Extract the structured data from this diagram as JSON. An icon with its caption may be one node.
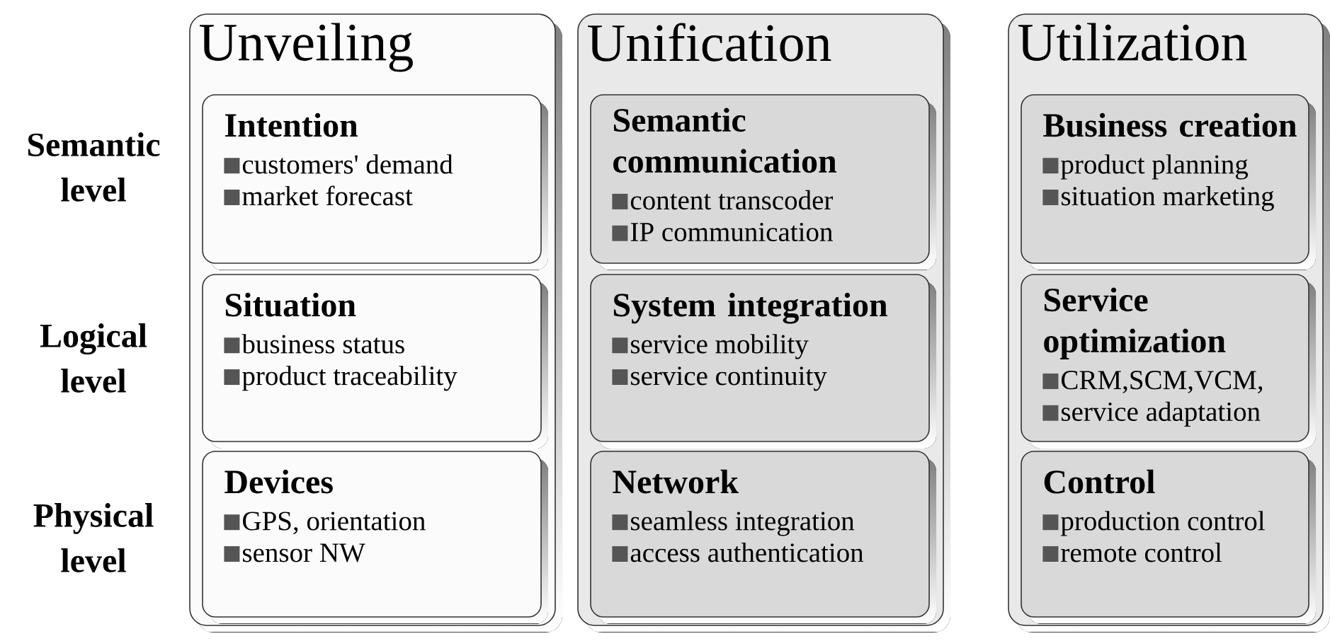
{
  "diagram": {
    "nodes": [
      {
        "text": [
          "Unveiling"
        ]
      },
      {
        "text": [
          "Intention",
          "customers' demand",
          "market forecast"
        ],
        "in": 0
      },
      {
        "text": [
          "Situation",
          "business status",
          "product traceability"
        ],
        "in": 0
      },
      {
        "text": [
          "Devices",
          "GPS, orientation",
          "sensor NW"
        ],
        "in": 0
      },
      {
        "text": [
          "Unification"
        ]
      },
      {
        "text": [
          "Semantic communication",
          "content transcoder",
          "IP communication"
        ],
        "in": 4
      },
      {
        "text": [
          "System integration",
          "service mobility",
          "service continuity"
        ],
        "in": 4
      },
      {
        "text": [
          "Network",
          "seamless integration",
          "access authentication"
        ],
        "in": 4
      },
      {
        "text": [
          "Utilization"
        ]
      },
      {
        "text": [
          "Business creation",
          "product planning",
          "situation marketing"
        ],
        "in": 8
      },
      {
        "text": [
          "Service optimization",
          "CRM,SCM,VCM,",
          "service adaptation"
        ],
        "in": 8
      },
      {
        "text": [
          "Control",
          "production control",
          "remote control"
        ],
        "in": 8
      }
    ],
    "labels": [
      "Semantic level",
      "Logical level",
      "Physical level"
    ]
  }
}
